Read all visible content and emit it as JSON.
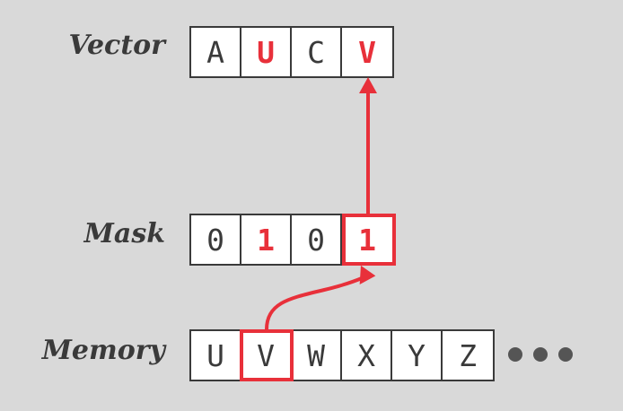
{
  "colors": {
    "background": "#d9d9d9",
    "cell_border": "#3a3a3a",
    "highlight": "#e8303a",
    "text": "#3a3a3a"
  },
  "vector": {
    "label": "Vector",
    "cells": [
      {
        "text": "A",
        "highlight": false
      },
      {
        "text": "U",
        "highlight": true
      },
      {
        "text": "C",
        "highlight": false
      },
      {
        "text": "V",
        "highlight": true
      }
    ]
  },
  "mask": {
    "label": "Mask",
    "cells": [
      {
        "text": "0",
        "highlight": false
      },
      {
        "text": "1",
        "highlight": true
      },
      {
        "text": "0",
        "highlight": false
      },
      {
        "text": "1",
        "highlight": true
      }
    ]
  },
  "memory": {
    "label": "Memory",
    "cells": [
      {
        "text": "U"
      },
      {
        "text": "V"
      },
      {
        "text": "W"
      },
      {
        "text": "X"
      },
      {
        "text": "Y"
      },
      {
        "text": "Z"
      }
    ],
    "continuation": "ellipsis-dots"
  }
}
